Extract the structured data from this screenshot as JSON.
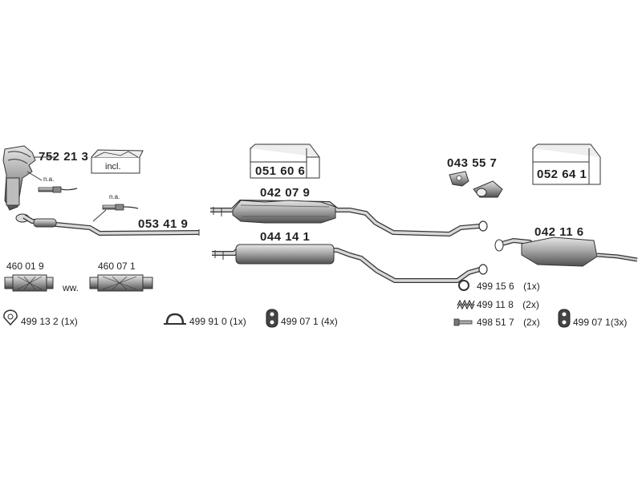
{
  "parts": {
    "catalytic_converter": "752 21 3",
    "incl": "incl.",
    "na_top": "n.a.",
    "na_mid": "n.a.",
    "front_pipe": "053 41 9",
    "mount_kit_center": "051 60 6",
    "center_silencer_a": "042 07 9",
    "center_silencer_b": "044 14 1",
    "hanger_parts": "043 55 7",
    "mount_kit_rear": "052 64 1",
    "rear_silencer": "042 11 6",
    "flex_pipe_a": "460 01 9",
    "flex_pipe_b": "460 07 1",
    "ww": "ww."
  },
  "accessories": {
    "gasket_ring": {
      "code": "499 13 2",
      "qty": "(1x)"
    },
    "clamp": {
      "code": "499 91 0",
      "qty": "(1x)"
    },
    "rubber_mount_center": {
      "code": "499 07 1",
      "qty": "(4x)"
    },
    "ring_rear": {
      "code": "499 15 6",
      "qty": "(1x)"
    },
    "spring": {
      "code": "499 11 8",
      "qty": "(2x)"
    },
    "bolt": {
      "code": "498 51 7",
      "qty": "(2x)"
    },
    "rubber_mount_rear": {
      "code": "499 07 1",
      "qty": "(3x)"
    }
  },
  "colors": {
    "line": "#333333",
    "fill_light": "#d8d8d8",
    "fill_mid": "#9a9a9a",
    "fill_dark": "#555555",
    "text": "#222222"
  }
}
